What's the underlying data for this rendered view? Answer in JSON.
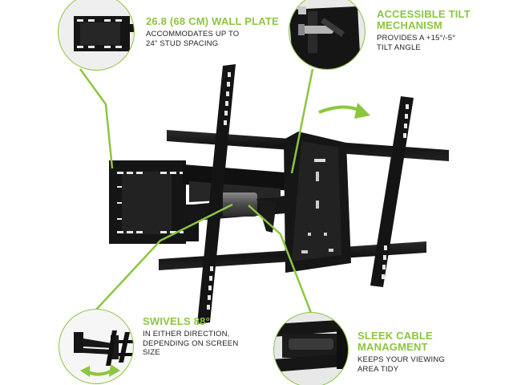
{
  "colors": {
    "accent": "#8cc63f",
    "mount": "#1a1a1a",
    "text": "#222222"
  },
  "callouts": {
    "wall_plate": {
      "title": "26.8 (68 CM) WALL PLATE",
      "desc": "ACCOMMODATES UP TO\n24\" STUD SPACING"
    },
    "tilt": {
      "title": "ACCESSIBLE TILT\nMECHANISM",
      "desc": "PROVIDES A +15°/-5°\nTILT ANGLE"
    },
    "swivel": {
      "title": "SWIVELS 88°",
      "desc": "IN EITHER DIRECTION,\nDEPENDING ON SCREEN\nSIZE"
    },
    "cable": {
      "title": "SLEEK CABLE\nMANAGMENT",
      "desc": "KEEPS YOUR VIEWING\nAREA TIDY"
    }
  },
  "icons": [
    "swivel-arrow-icon",
    "tilt-direction-arrow-icon"
  ]
}
